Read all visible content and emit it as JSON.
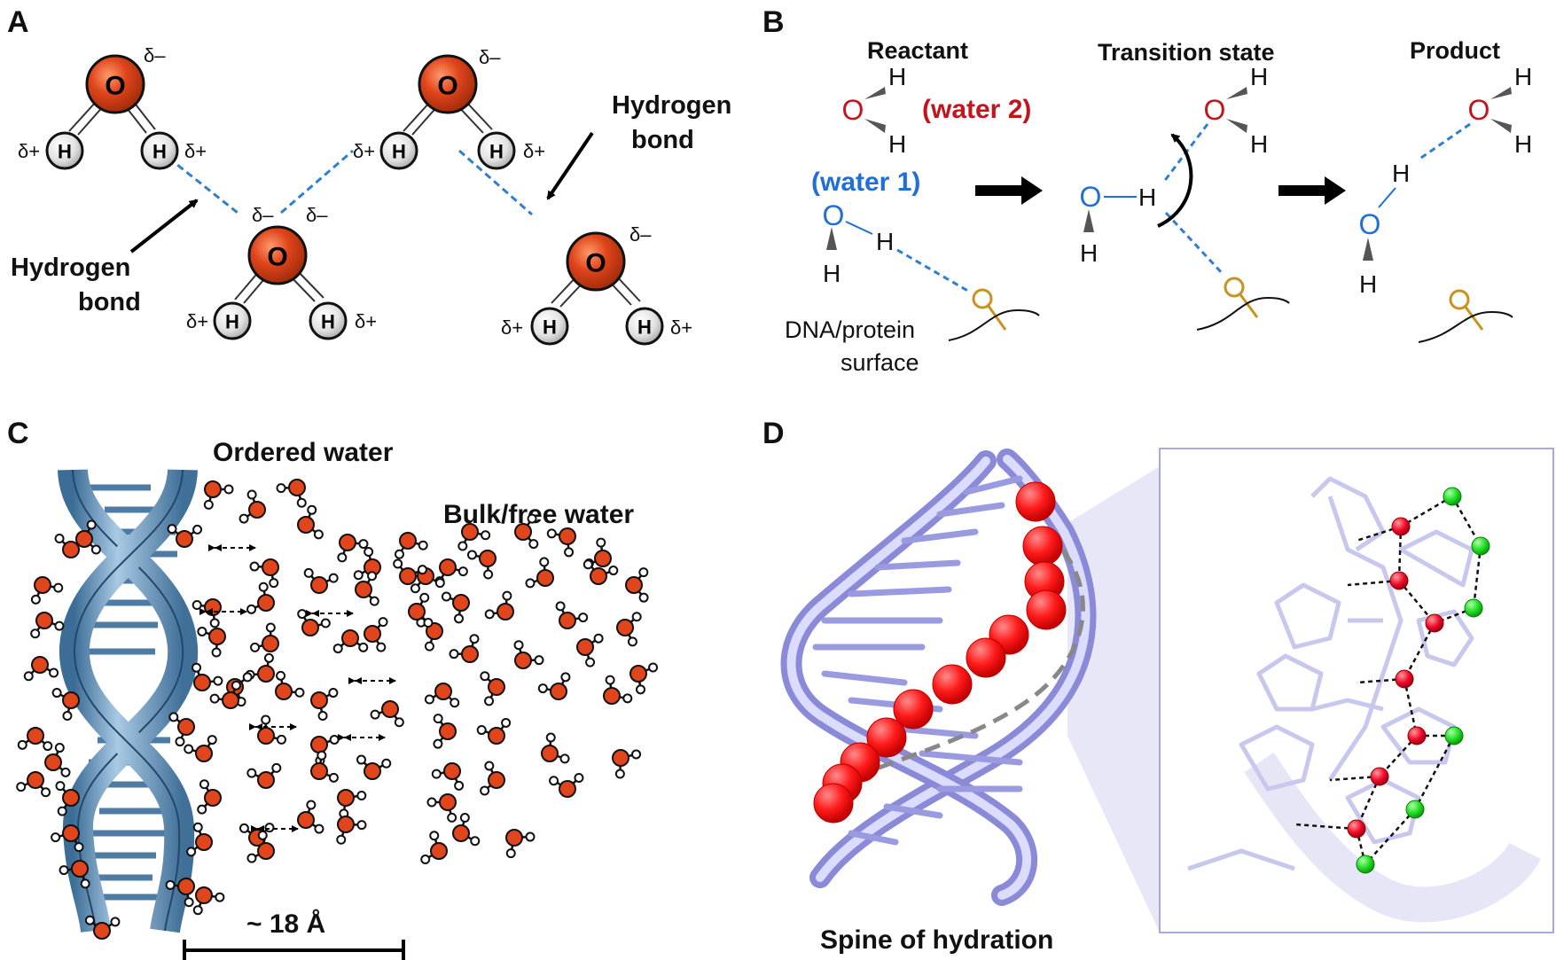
{
  "panels": {
    "a": {
      "label": "A",
      "hbond_label_right": [
        "Hydrogen",
        "bond"
      ],
      "hbond_label_left": [
        "Hydrogen",
        "bond"
      ],
      "oxygen": "O",
      "hydrogen": "H",
      "delta_minus": "δ–",
      "delta_plus": "δ+"
    },
    "b": {
      "label": "B",
      "reactant": "Reactant",
      "transition": "Transition state",
      "product": "Product",
      "water2": "(water 2)",
      "water1": "(water 1)",
      "surface": [
        "DNA/protein",
        "surface"
      ],
      "o": "O",
      "h": "H"
    },
    "c": {
      "label": "C",
      "ordered": "Ordered water",
      "bulk": "Bulk/free water",
      "scale": "~ 18 Å"
    },
    "d": {
      "label": "D",
      "spine": "Spine of hydration"
    }
  },
  "colors": {
    "oxygen_fill": "#e0451c",
    "hydrogen_fill": "#e4e4e4",
    "hbond": "#2f7fd0",
    "water2": "#c3141b",
    "water1": "#1f6fd6",
    "surface_atom": "#c8921e",
    "dna_blue": "#6f9cc4",
    "lavender": "#b7b7ee",
    "spine_red": "#ff1a1a",
    "spine_green": "#22dd22"
  }
}
